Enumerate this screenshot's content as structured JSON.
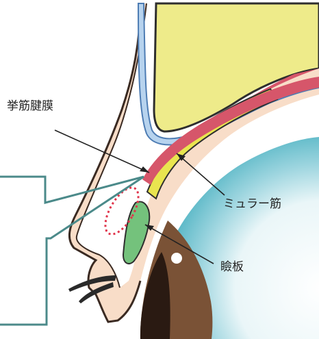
{
  "labels": {
    "levator_aponeurosis": "挙筋腱膜",
    "muller_muscle": "ミュラー筋",
    "tarsal_plate": "瞼板"
  }
}
